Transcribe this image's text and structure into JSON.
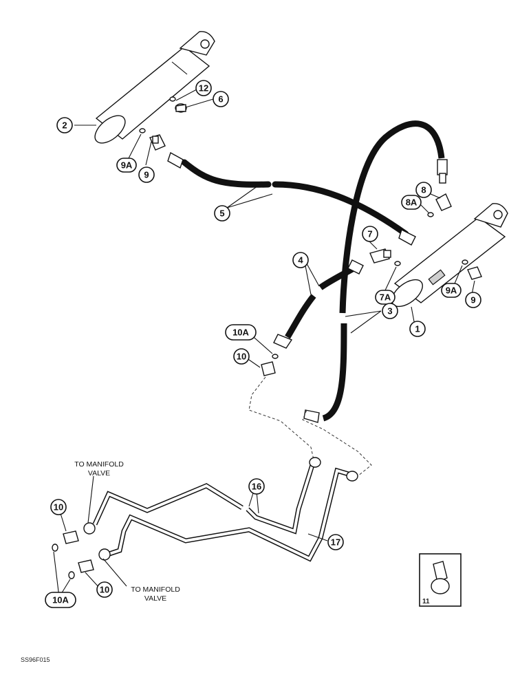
{
  "callouts": {
    "c1": "1",
    "c2": "2",
    "c3": "3",
    "c4": "4",
    "c5": "5",
    "c6": "6",
    "c7": "7",
    "c7a": "7A",
    "c8": "8",
    "c8a": "8A",
    "c9_left": "9",
    "c9a_left": "9A",
    "c9_right": "9",
    "c9a_right": "9A",
    "c10_top": "10",
    "c10a_top": "10A",
    "c10_left": "10",
    "c10_bottom": "10",
    "c10a_bottom": "10A",
    "c11": "11",
    "c12": "12",
    "c16": "16",
    "c17": "17"
  },
  "notes": {
    "to_manifold_upper_line1": "TO MANIFOLD",
    "to_manifold_upper_line2": "VALVE",
    "to_manifold_lower_line1": "TO MANIFOLD",
    "to_manifold_lower_line2": "VALVE"
  },
  "figure_code": "SS96F015"
}
